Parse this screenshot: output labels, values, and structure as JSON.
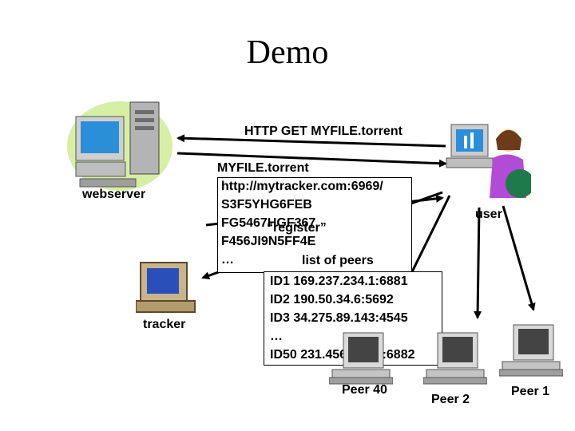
{
  "title": "Demo",
  "labels": {
    "webserver": "webserver",
    "tracker": "tracker",
    "user": "user",
    "http_get": "HTTP GET  MYFILE.torrent",
    "register": "“register”",
    "list_of_peers": "list of peers"
  },
  "torrent_file": {
    "lines": [
      "MYFILE.torrent",
      "http://mytracker.com:6969/",
      "S3F5YHG6FEB",
      "FG5467HGF367",
      "F456JI9N5FF4E",
      "…"
    ]
  },
  "peer_list": {
    "rows": [
      "ID1  169.237.234.1:6881",
      "ID2  190.50.34.6:5692",
      "ID3  34.275.89.143:4545",
      "…",
      "ID50 231.456.31.95:6882"
    ]
  },
  "peers": [
    "Peer 40",
    "Peer 2",
    "Peer 1"
  ],
  "icons": {
    "webserver": "desktop-computer-icon",
    "tracker": "old-computer-icon",
    "user": "person-at-computer-icon",
    "peer": "computer-icon"
  }
}
